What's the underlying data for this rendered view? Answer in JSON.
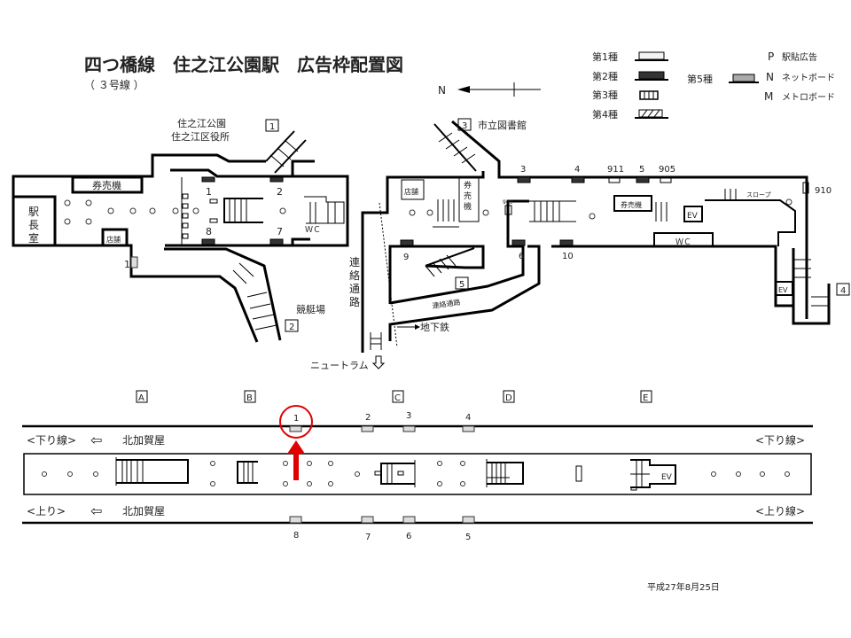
{
  "title": "四つ橋線　住之江公園駅　広告枠配置図",
  "subtitle": "（ ３号線 ）",
  "north_label": "N",
  "legend": {
    "types": [
      "第1種",
      "第2種",
      "第3種",
      "第4種"
    ],
    "type5": "第5種",
    "codes": [
      {
        "letter": "P",
        "text": "駅貼広告"
      },
      {
        "letter": "N",
        "text": "ネットボード"
      },
      {
        "letter": "M",
        "text": "メトロボード"
      }
    ]
  },
  "exits": {
    "e1": "1",
    "e1_dest_1": "住之江公園",
    "e1_dest_2": "住之江区役所",
    "e2": "2",
    "e2_dest": "競艇場",
    "e3": "3",
    "e3_dest": "市立図書館",
    "e4": "4",
    "e5": "5"
  },
  "rooms": {
    "ticket": "券売機",
    "station_master": [
      "駅",
      "長",
      "室"
    ],
    "shop": "店舗",
    "ticket_v": [
      "券",
      "売",
      "機"
    ],
    "wc": "ＷＣ",
    "ev": "EV",
    "slope": "スロープ",
    "passage_v": [
      "連",
      "絡",
      "通",
      "路"
    ],
    "passage": "連絡通路",
    "subway": "地下鉄",
    "newtram": "ニュートラム"
  },
  "concourse_ads": {
    "left": [
      "1",
      "2",
      "8",
      "7",
      "1"
    ],
    "right": [
      "3",
      "4",
      "911",
      "5",
      "905",
      "910",
      "909",
      "9",
      "6",
      "10"
    ]
  },
  "platform": {
    "cars": [
      "A",
      "B",
      "C",
      "D",
      "E"
    ],
    "top_ads": [
      "1",
      "2",
      "3",
      "4"
    ],
    "bottom_ads": [
      "8",
      "7",
      "6",
      "5"
    ],
    "down_label": "<下り線>",
    "up_label_left": "<上り>",
    "up_label_right": "<上り線>",
    "dest": "北加賀屋",
    "arrow_left": "⇦"
  },
  "highlight_color": "#e00000",
  "date": "平成27年8月25日"
}
